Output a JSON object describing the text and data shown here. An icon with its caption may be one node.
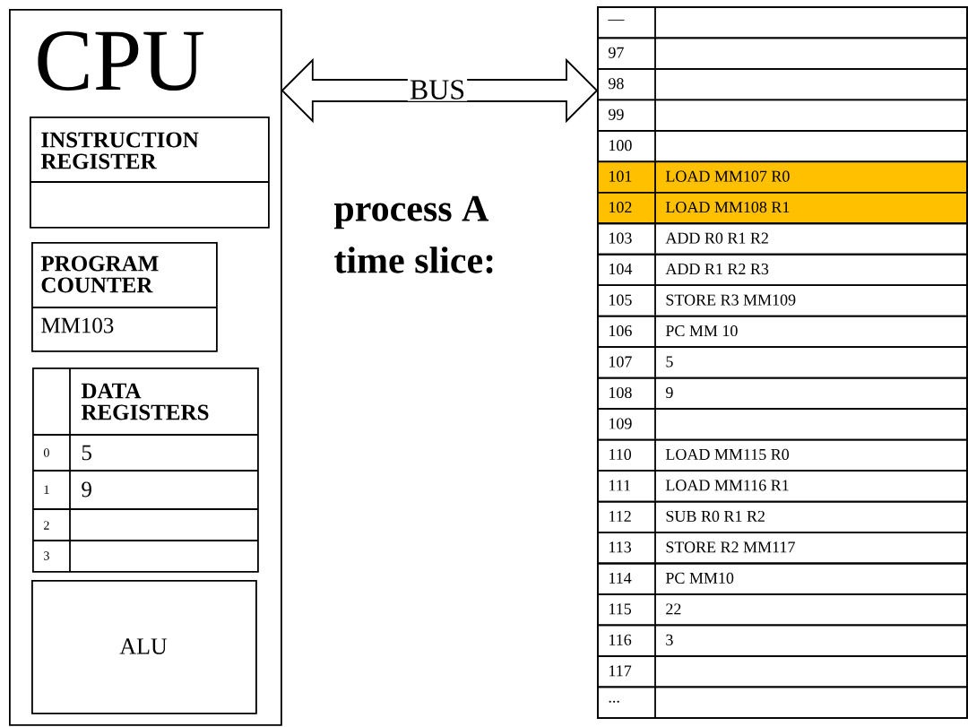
{
  "diagram": {
    "nodes": [
      {
        "text": [
          "CPU"
        ]
      },
      {
        "text": [
          "INSTRUCTION REGISTER"
        ],
        "in": 0
      },
      {
        "text": [
          "PROGRAM COUNTER",
          "MM103"
        ],
        "in": 0
      },
      {
        "text": [
          "DATA REGISTERS",
          "0",
          "5",
          "1",
          "9",
          "2",
          "3"
        ],
        "in": 0
      },
      {
        "text": [
          "ALU"
        ],
        "in": 0
      },
      {
        "text": [],
        "shape": "box"
      },
      {
        "text": [
          "—"
        ],
        "in": 5
      },
      {
        "text": [
          "97"
        ],
        "in": 5
      },
      {
        "text": [
          "98"
        ],
        "in": 5
      },
      {
        "text": [
          "99"
        ],
        "in": 5
      },
      {
        "text": [
          "100"
        ],
        "in": 5
      },
      {
        "text": [
          "101",
          "LOAD MM107 R0"
        ],
        "in": 5
      },
      {
        "text": [
          "102",
          "LOAD MM108 R1"
        ],
        "in": 5
      },
      {
        "text": [
          "103",
          "ADD R0 R1 R2"
        ],
        "in": 5
      },
      {
        "text": [
          "104",
          "ADD R1 R2 R3"
        ],
        "in": 5
      },
      {
        "text": [
          "105",
          "STORE R3 MM109"
        ],
        "in": 5
      },
      {
        "text": [
          "106",
          "PC MM 10"
        ],
        "in": 5
      },
      {
        "text": [
          "107",
          "5"
        ],
        "in": 5
      },
      {
        "text": [
          "108",
          "9"
        ],
        "in": 5
      },
      {
        "text": [
          "109"
        ],
        "in": 5
      },
      {
        "text": [
          "110",
          "LOAD MM115 R0"
        ],
        "in": 5
      },
      {
        "text": [
          "111",
          "LOAD MM116 R1"
        ],
        "in": 5
      },
      {
        "text": [
          "112",
          "SUB R0 R1 R2"
        ],
        "in": 5
      },
      {
        "text": [
          "113",
          "STORE R2 MM117"
        ],
        "in": 5
      },
      {
        "text": [
          "114",
          "PC MM10"
        ],
        "in": 5
      },
      {
        "text": [
          "115",
          "22"
        ],
        "in": 5
      },
      {
        "text": [
          "116",
          "3"
        ],
        "in": 5
      },
      {
        "text": [
          "117"
        ],
        "in": 5
      },
      {
        "text": [
          "..."
        ],
        "in": 5
      }
    ],
    "edges": [
      {
        "from": 0,
        "to": 5,
        "arrow": "both",
        "label": "BUS"
      }
    ],
    "labels": [
      "process A",
      "time slice:"
    ]
  }
}
